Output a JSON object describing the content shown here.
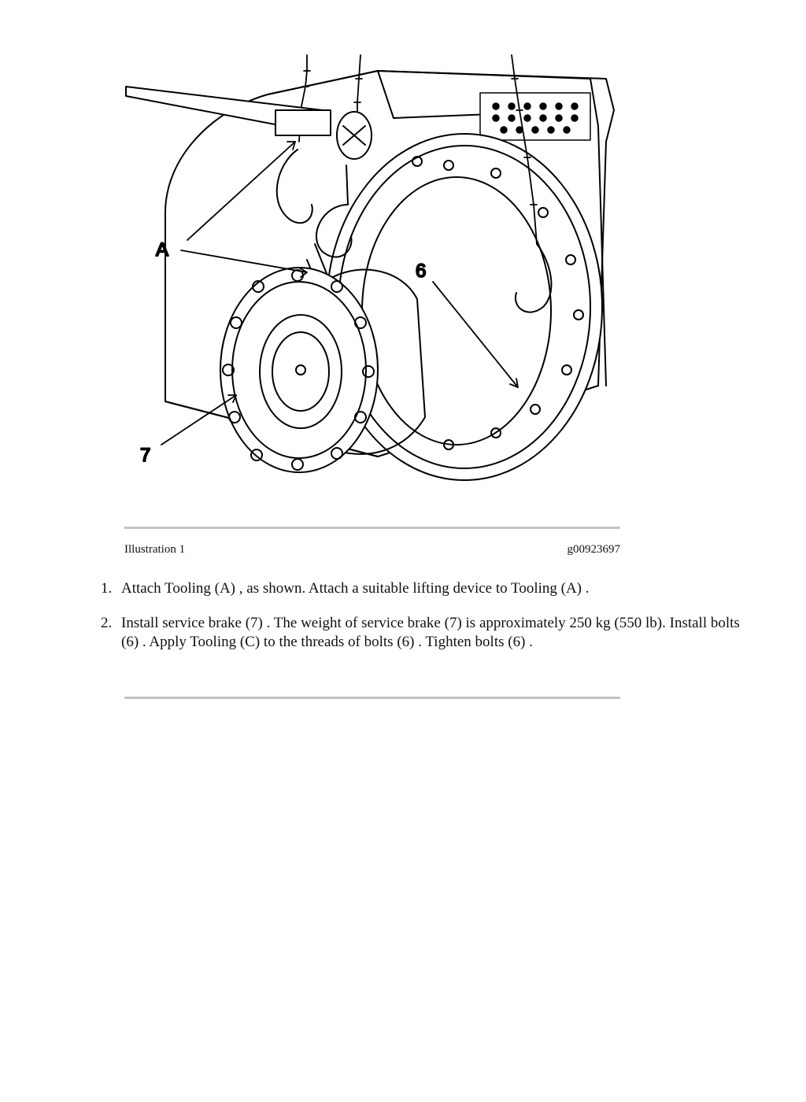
{
  "figure": {
    "callouts": {
      "a": "A",
      "six": "6",
      "seven": "7"
    }
  },
  "caption": {
    "label": "Illustration 1",
    "code": "g00923697"
  },
  "steps": [
    {
      "number": "1.",
      "text": "Attach Tooling (A) , as shown. Attach a suitable lifting device to Tooling (A) ."
    },
    {
      "number": "2.",
      "text": "Install service brake (7) . The weight of service brake (7) is approximately 250 kg (550 lb). Install bolts (6) . Apply Tooling (C) to the threads of bolts (6) . Tighten bolts (6) ."
    }
  ]
}
